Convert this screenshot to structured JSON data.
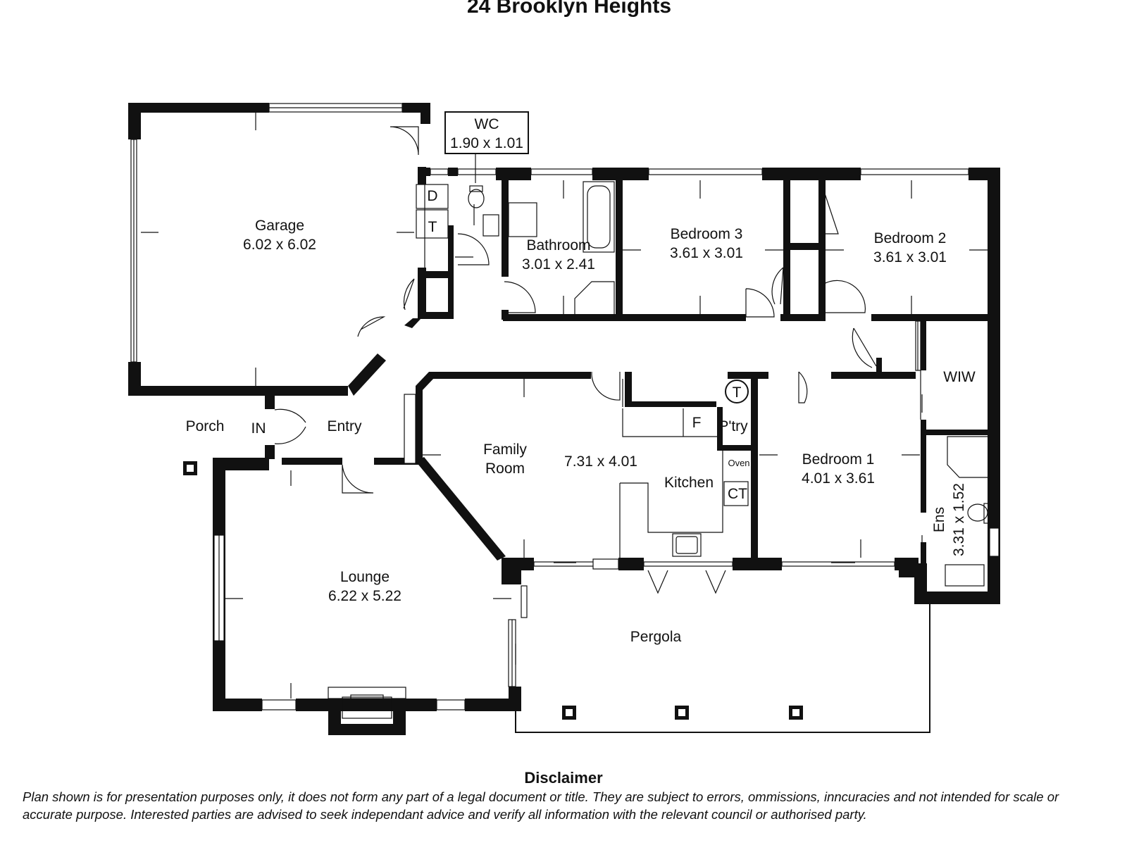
{
  "title": "24 Brooklyn Heights",
  "rooms": {
    "wc": {
      "name": "WC",
      "dims": "1.90 x 1.01"
    },
    "garage": {
      "name": "Garage",
      "dims": "6.02 x 6.02"
    },
    "bathroom": {
      "name": "Bathroom",
      "dims": "3.01 x 2.41"
    },
    "bedroom3": {
      "name": "Bedroom 3",
      "dims": "3.61 x 3.01"
    },
    "bedroom2": {
      "name": "Bedroom 2",
      "dims": "3.61 x 3.01"
    },
    "wiw": {
      "name": "WIW"
    },
    "porch": {
      "name": "Porch"
    },
    "entry": {
      "name": "Entry"
    },
    "family_line1": "Family",
    "family_line2": "Room",
    "family_dims": "7.31 x 4.01",
    "kitchen": {
      "name": "Kitchen"
    },
    "bedroom1": {
      "name": "Bedroom 1",
      "dims": "4.01 x 3.61"
    },
    "ens": {
      "name": "Ens",
      "dims": "3.31 x 1.52"
    },
    "lounge": {
      "name": "Lounge",
      "dims": "6.22 x 5.22"
    },
    "pergola": {
      "name": "Pergola"
    }
  },
  "fixtures": {
    "dryer": "D",
    "trough": "T",
    "hot_water": "T",
    "fridge": "F",
    "pantry": "P'try",
    "oven": "Oven",
    "cooktop": "CT",
    "entry_mark": "IN"
  },
  "disclaimer": {
    "heading": "Disclaimer",
    "text": "Plan shown is for presentation purposes only, it does not form any part of a legal document or title. They are subject to errors, ommissions, inncuracies and not intended for scale or accurate purpose. Interested parties are advised to seek independant advice and verify all information with the relevant council or authorised party."
  }
}
